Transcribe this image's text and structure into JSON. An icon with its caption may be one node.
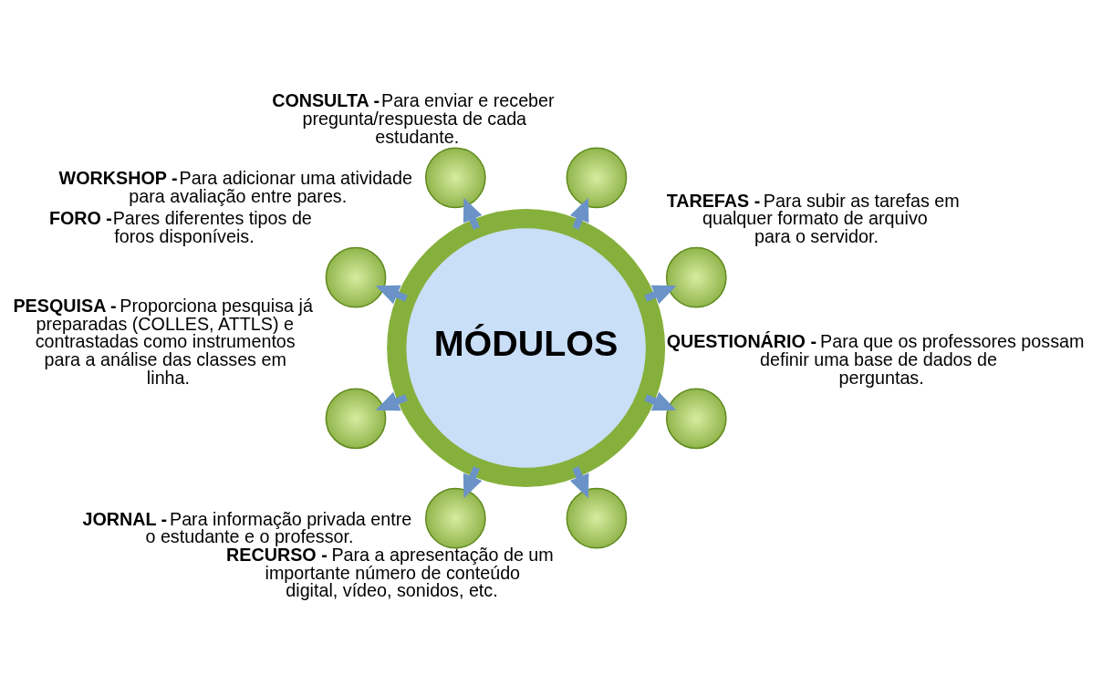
{
  "diagram": {
    "nodes": [
      {
        "text": [
          "MÓDULOS"
        ]
      },
      {
        "text": [],
        "shape": "circle",
        "beside": [
          "TAREFAS -",
          "Para subir as tarefas em qualquer formato de arquivo para o servidor."
        ]
      },
      {
        "text": [],
        "shape": "circle",
        "beside": [
          "CONSULTA -",
          "Para enviar e receber pregunta/respuesta de cada estudante."
        ]
      },
      {
        "text": [],
        "shape": "circle",
        "beside": [
          "WORKSHOP -",
          "Para adicionar uma atividade para avaliação entre pares."
        ]
      },
      {
        "text": [],
        "shape": "circle",
        "beside": [
          "FORO -",
          "Pares diferentes tipos de foros disponíveis."
        ]
      },
      {
        "text": [],
        "shape": "circle",
        "beside": [
          "PESQUISA -",
          "Proporciona pesquisa já preparadas (COLLES, ATTLS) e contrastadas como instrumentos para a análise das classes em linha."
        ]
      },
      {
        "text": [],
        "shape": "circle",
        "beside": [
          "JORNAL -",
          "Para informação privada entre o estudante e o professor."
        ]
      },
      {
        "text": [],
        "shape": "circle",
        "beside": [
          "RECURSO -",
          "Para a apresentação de um importante número de conteúdo digital, vídeo, sonidos, etc."
        ]
      },
      {
        "text": [],
        "shape": "circle",
        "beside": [
          "QUESTIONÁRIO -",
          "Para que os professores possam definir uma base de dados de perguntas."
        ]
      }
    ],
    "edges": [
      {
        "from": 0,
        "to": 1,
        "arrow": "to"
      },
      {
        "from": 0,
        "to": 2,
        "arrow": "to"
      },
      {
        "from": 0,
        "to": 3,
        "arrow": "to"
      },
      {
        "from": 0,
        "to": 4,
        "arrow": "to"
      },
      {
        "from": 0,
        "to": 5,
        "arrow": "to"
      },
      {
        "from": 0,
        "to": 6,
        "arrow": "to"
      },
      {
        "from": 0,
        "to": 7,
        "arrow": "to"
      },
      {
        "from": 0,
        "to": 8,
        "arrow": "to"
      }
    ]
  }
}
